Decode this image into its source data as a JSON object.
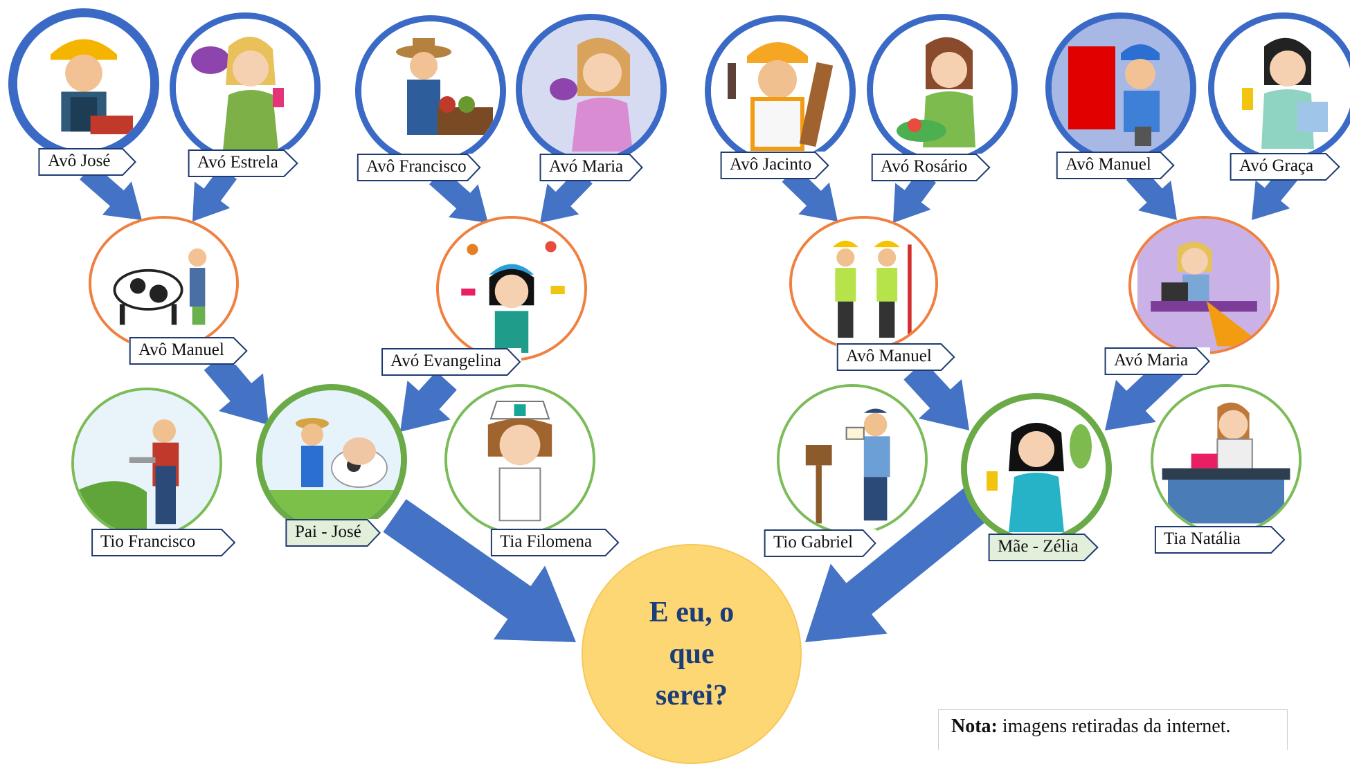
{
  "tree": {
    "grandparents": [
      {
        "id": "g1",
        "label": "Avô José",
        "icon": "construction-worker"
      },
      {
        "id": "g2",
        "label": "Avó Estrela",
        "icon": "housekeeper-duster"
      },
      {
        "id": "g3",
        "label": "Avô Francisco",
        "icon": "farmer-vegetables"
      },
      {
        "id": "g4",
        "label": "Avó Maria",
        "icon": "housekeeper-duster"
      },
      {
        "id": "g5",
        "label": "Avô Jacinto",
        "icon": "carpenter"
      },
      {
        "id": "g6",
        "label": "Avó Rosário",
        "icon": "cook"
      },
      {
        "id": "g7",
        "label": "Avô Manuel",
        "icon": "painter"
      },
      {
        "id": "g8",
        "label": "Avó Graça",
        "icon": "cleaner"
      }
    ],
    "parents_generation": [
      {
        "id": "p1",
        "label": "Avô Manuel",
        "icon": "dairy-farmer"
      },
      {
        "id": "p2",
        "label": "Avó Evangelina",
        "icon": "cleaning-lady"
      },
      {
        "id": "p3",
        "label": "Avô Manuel",
        "icon": "surveyors"
      },
      {
        "id": "p4",
        "label": "Avó Maria",
        "icon": "seamstress"
      }
    ],
    "family": [
      {
        "id": "f1",
        "label": "Tio Francisco",
        "icon": "gardener"
      },
      {
        "id": "f2",
        "label": "Pai - José",
        "icon": "farmer-cow"
      },
      {
        "id": "f3",
        "label": "Tia Filomena",
        "icon": "nurse"
      },
      {
        "id": "f4",
        "label": "Tio Gabriel",
        "icon": "postman"
      },
      {
        "id": "f5",
        "label": "Mãe - Zélia",
        "icon": "housekeeper"
      },
      {
        "id": "f6",
        "label": "Tia Natália",
        "icon": "office-worker"
      }
    ]
  },
  "center": {
    "line1": "E eu, o",
    "line2": "que",
    "line3": "serei?"
  },
  "note": {
    "bold": "Nota:",
    "text": " imagens retiradas da internet."
  },
  "colors": {
    "arrow": "#4472c4",
    "label_fill": "#ffffff",
    "label_highlight": "#e2efda",
    "center_fill": "#fdd773",
    "center_text": "#1b3d7a"
  }
}
